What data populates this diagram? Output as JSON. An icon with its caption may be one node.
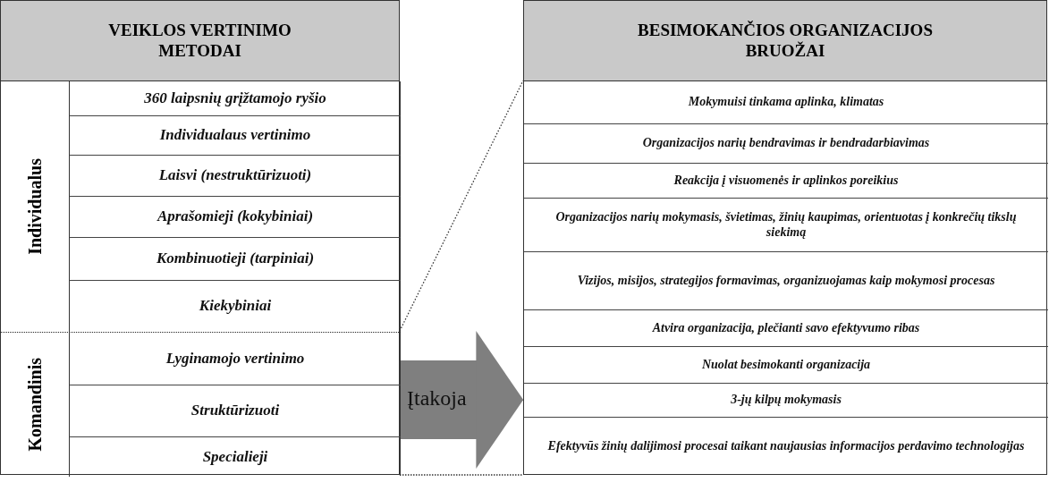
{
  "diagram": {
    "nodes": [
      {
        "text": [
          "VEIKLOS VERTINIMO METODAI"
        ]
      },
      {
        "text": [
          "Individualus"
        ],
        "in": 0
      },
      {
        "text": [
          "360 laipsnių grįžtamojo ryšio"
        ],
        "in": 1
      },
      {
        "text": [
          "Individualaus vertinimo"
        ],
        "in": 1
      },
      {
        "text": [
          "Laisvi (nestruktūrizuoti)"
        ],
        "in": 1
      },
      {
        "text": [
          "Aprašomieji (kokybiniai)"
        ],
        "in": 1
      },
      {
        "text": [
          "Kombinuotieji (tarpiniai)"
        ],
        "in": 1
      },
      {
        "text": [
          "Kiekybiniai"
        ],
        "in": 1
      },
      {
        "text": [
          "Komandinis"
        ],
        "in": 0
      },
      {
        "text": [
          "Lyginamojo vertinimo"
        ],
        "in": 8
      },
      {
        "text": [
          "Struktūrizuoti"
        ],
        "in": 8
      },
      {
        "text": [
          "Specialieji"
        ],
        "in": 8
      },
      {
        "text": [
          "BESIMOKANČIOS ORGANIZACIJOS BRUOŽAI"
        ]
      },
      {
        "text": [
          "Mokymuisi tinkama aplinka, klimatas"
        ],
        "in": 12
      },
      {
        "text": [
          "Organizacijos narių bendravimas ir bendradarbiavimas"
        ],
        "in": 12
      },
      {
        "text": [
          "Reakcija į visuomenės ir aplinkos poreikius"
        ],
        "in": 12
      },
      {
        "text": [
          "Organizacijos narių mokymasis, švietimas, žinių kaupimas, orientuotas į konkrečių tikslų siekimą"
        ],
        "in": 12
      },
      {
        "text": [
          "Vizijos, misijos, strategijos formavimas, organizuojamas kaip mokymosi procesas"
        ],
        "in": 12
      },
      {
        "text": [
          "Atvira organizacija, plečianti savo efektyvumo ribas"
        ],
        "in": 12
      },
      {
        "text": [
          "Nuolat besimokanti organizacija"
        ],
        "in": 12
      },
      {
        "text": [
          "3-jų kilpų mokymasis"
        ],
        "in": 12
      },
      {
        "text": [
          "Efektyvūs žinių dalijimosi procesai taikant naujausias informacijos perdavimo technologijas"
        ],
        "in": 12
      }
    ],
    "edges": [
      {
        "from": 0,
        "to": 12,
        "arrow": "to",
        "label": "Įtakoja",
        "style": "thick"
      },
      {
        "from": 1,
        "to": 12,
        "arrow": "none",
        "style": "dashed"
      }
    ]
  }
}
